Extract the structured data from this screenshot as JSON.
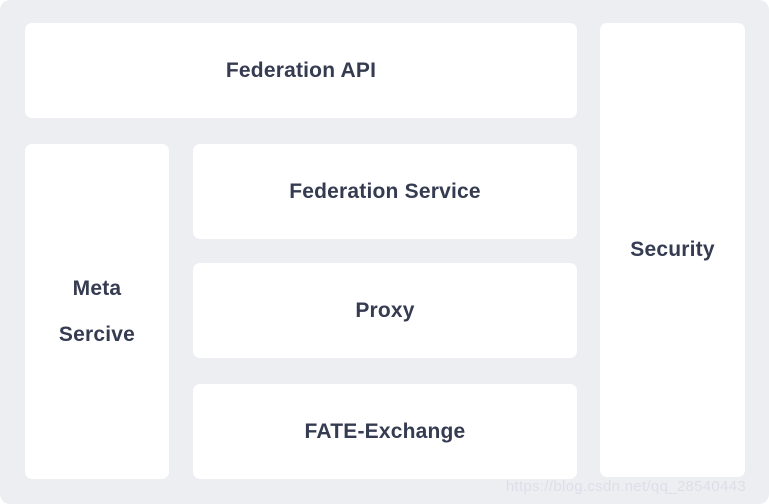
{
  "diagram": {
    "boxes": {
      "federation_api": {
        "label": "Federation API"
      },
      "meta_service": {
        "line1": "Meta",
        "line2": "Sercive"
      },
      "federation_service": {
        "label": "Federation Service"
      },
      "proxy": {
        "label": "Proxy"
      },
      "fate_exchange": {
        "label": "FATE-Exchange"
      },
      "security": {
        "label": "Security"
      }
    },
    "watermark": "https://blog.csdn.net/qq_28540443",
    "colors": {
      "canvas_bg": "#eceef2",
      "box_bg": "#ffffff",
      "text": "#353b50",
      "watermark": "#dcdfe8",
      "page_bg": "#ffffff"
    }
  }
}
